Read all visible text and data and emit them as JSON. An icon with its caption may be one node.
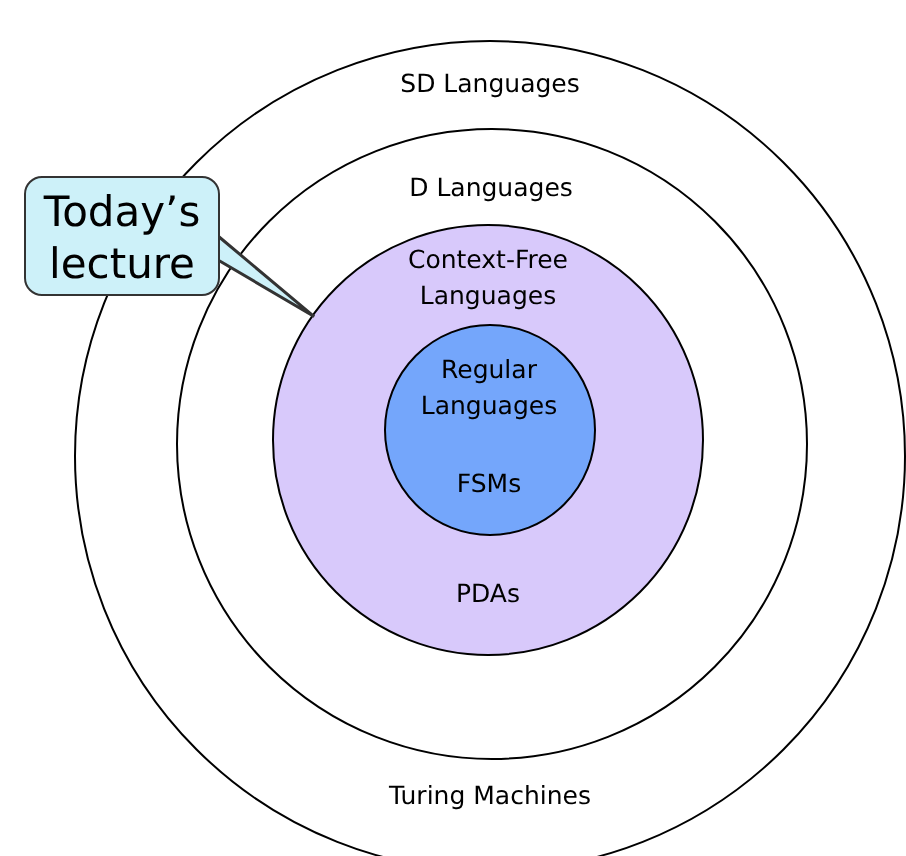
{
  "diagram": {
    "nodes": [
      {
        "text": [
          "SD Languages",
          "Turing Machines"
        ]
      },
      {
        "text": [
          "D Languages"
        ],
        "in": 0
      },
      {
        "text": [
          "Context-Free Languages",
          "PDAs"
        ],
        "in": 1
      },
      {
        "text": [
          "Regular Languages",
          "FSMs"
        ],
        "in": 2
      },
      {
        "text": [
          "Today’s lecture"
        ]
      }
    ],
    "edges": [
      {
        "from": 4,
        "to": 2,
        "arrow": "none"
      }
    ]
  }
}
